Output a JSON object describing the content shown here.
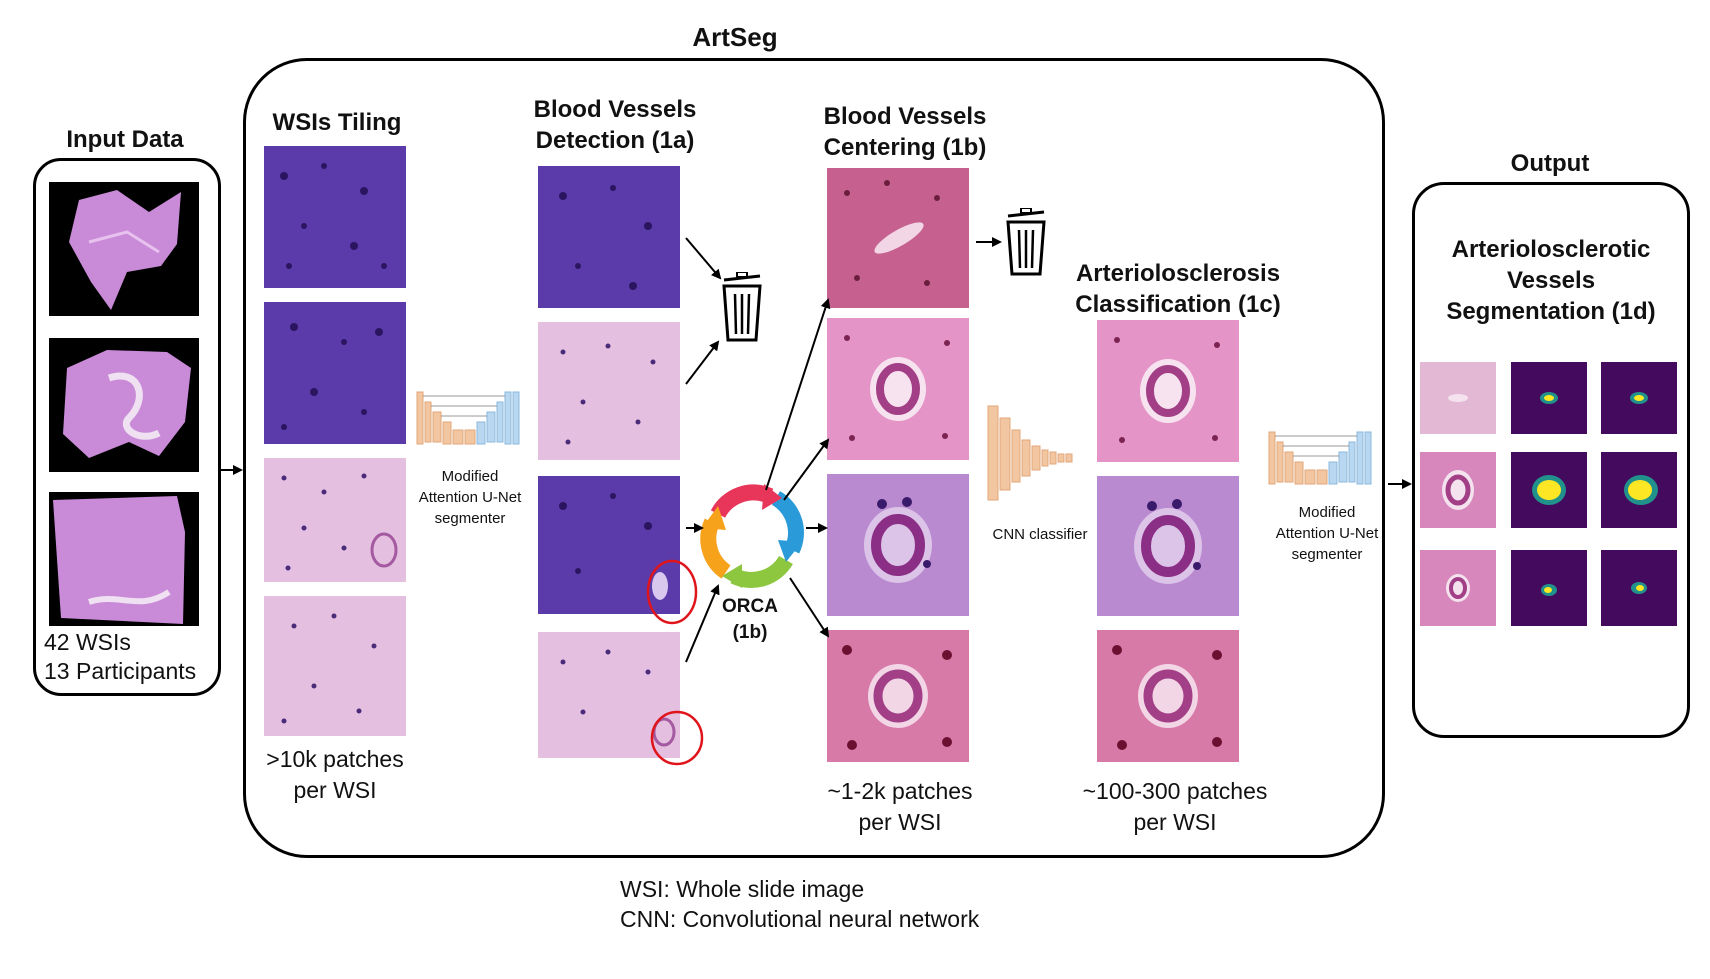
{
  "title": "ArtSeg",
  "input": {
    "heading": "Input Data",
    "line1": "42 WSIs",
    "line2": "13 Participants"
  },
  "tiling": {
    "heading": "WSIs Tiling",
    "caption": ">10k patches\nper WSI"
  },
  "detection": {
    "heading": "Blood Vessels\nDetection (1a)"
  },
  "segmenter1": {
    "label": "Modified\nAttention U-Net\nsegmenter"
  },
  "orca": {
    "label": "ORCA\n(1b)"
  },
  "centering": {
    "heading": "Blood Vessels\nCentering (1b)",
    "caption": "~1-2k patches\nper WSI"
  },
  "cnn": {
    "label": "CNN classifier"
  },
  "classification": {
    "heading": "Arteriolosclerosis\nClassification (1c)",
    "caption": "~100-300 patches\nper WSI"
  },
  "segmenter2": {
    "label": "Modified\nAttention U-Net\nsegmenter"
  },
  "output": {
    "heading": "Output",
    "subheading": "Arteriolosclerotic\nVessels\nSegmentation (1d)"
  },
  "legend": {
    "line1": "WSI: Whole slide image",
    "line2": "CNN: Convolutional neural network"
  },
  "colors": {
    "purple_dark": "#5a3aa8",
    "pink_light": "#e8c6e4",
    "he_pink": "#c95c9a",
    "mask_bg": "#440a5e",
    "mask_teal": "#21918c",
    "mask_yellow": "#fde725",
    "circle_red": "#e0141b"
  }
}
